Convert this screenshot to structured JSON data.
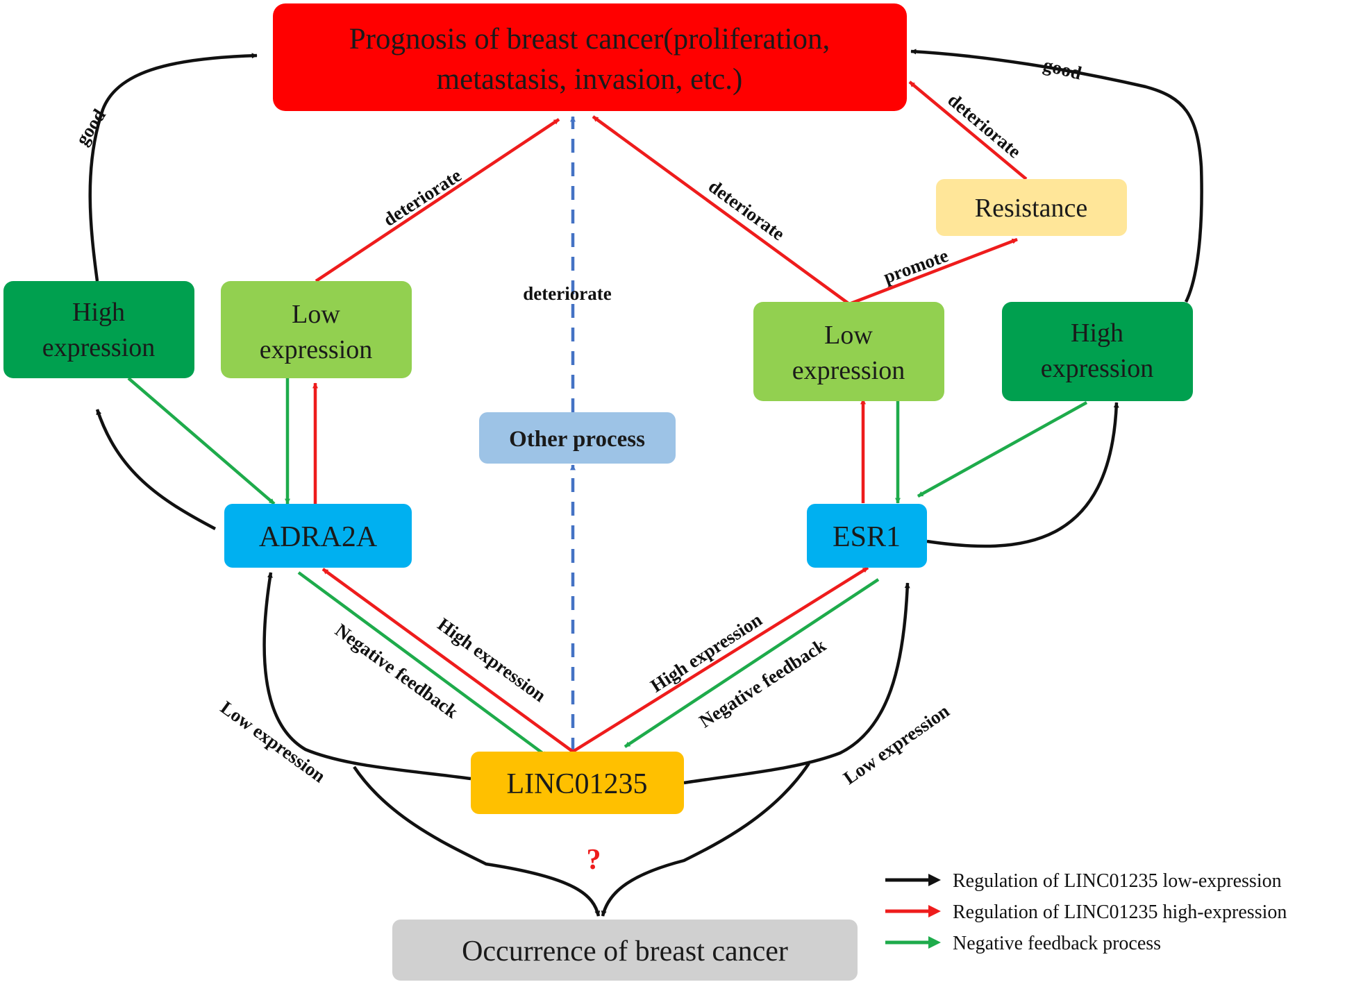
{
  "colors": {
    "black": "#111111",
    "red": "#ee1c1c",
    "green": "#1eab4b",
    "blue_dashed": "#4472c4",
    "prognosis_fill": "#ff0000",
    "gene_fill": "#00b0f0",
    "dark_green_fill": "#00a04f",
    "light_green_fill": "#92d050",
    "linc_fill": "#ffc000",
    "resistance_fill": "#ffe699",
    "other_process_fill": "#9dc3e6",
    "occurrence_fill": "#d0d0d0"
  },
  "nodes": {
    "prognosis": {
      "line1": "Prognosis of breast cancer(proliferation,",
      "line2": "metastasis, invasion, etc.)"
    },
    "high_expression_left": {
      "line1": "High",
      "line2": "expression"
    },
    "low_expression_left": {
      "line1": "Low",
      "line2": "expression"
    },
    "adra2a": {
      "label": "ADRA2A"
    },
    "other_process": {
      "label": "Other process"
    },
    "esr1": {
      "label": "ESR1"
    },
    "low_expression_right": {
      "line1": "Low",
      "line2": "expression"
    },
    "high_expression_right": {
      "line1": "High",
      "line2": "expression"
    },
    "resistance": {
      "label": "Resistance"
    },
    "linc01235": {
      "label": "LINC01235"
    },
    "occurrence": {
      "label": "Occurrence of breast cancer"
    }
  },
  "edge_labels": {
    "good_left": "good",
    "good_right": "good",
    "deteriorate_left": "deteriorate",
    "deteriorate_center": "deteriorate",
    "deteriorate_right": "deteriorate",
    "deteriorate_resistance": "deteriorate",
    "promote": "promote",
    "negative_feedback_left": "Negative feedback",
    "high_expression_left_edge": "High expression",
    "high_expression_right_edge": "High expression",
    "negative_feedback_right": "Negative feedback",
    "low_expression_left_edge": "Low expression",
    "low_expression_right_edge": "Low expression",
    "question_mark": "?"
  },
  "legend": {
    "items": [
      {
        "color": "#111111",
        "label": "Regulation of LINC01235 low-expression"
      },
      {
        "color": "#ee1c1c",
        "label": "Regulation of LINC01235 high-expression"
      },
      {
        "color": "#1eab4b",
        "label": "Negative feedback process"
      }
    ]
  }
}
